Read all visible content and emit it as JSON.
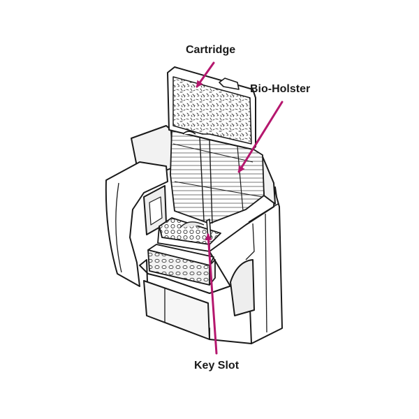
{
  "labels": {
    "cartridge": "Cartridge",
    "bio_holster": "Bio-Holster",
    "key_slot": "Key Slot"
  },
  "colors": {
    "callout_arrow": "#b5176e",
    "outline": "#1a1a1a",
    "shade": "#e8e8e8",
    "background": "#ffffff"
  }
}
